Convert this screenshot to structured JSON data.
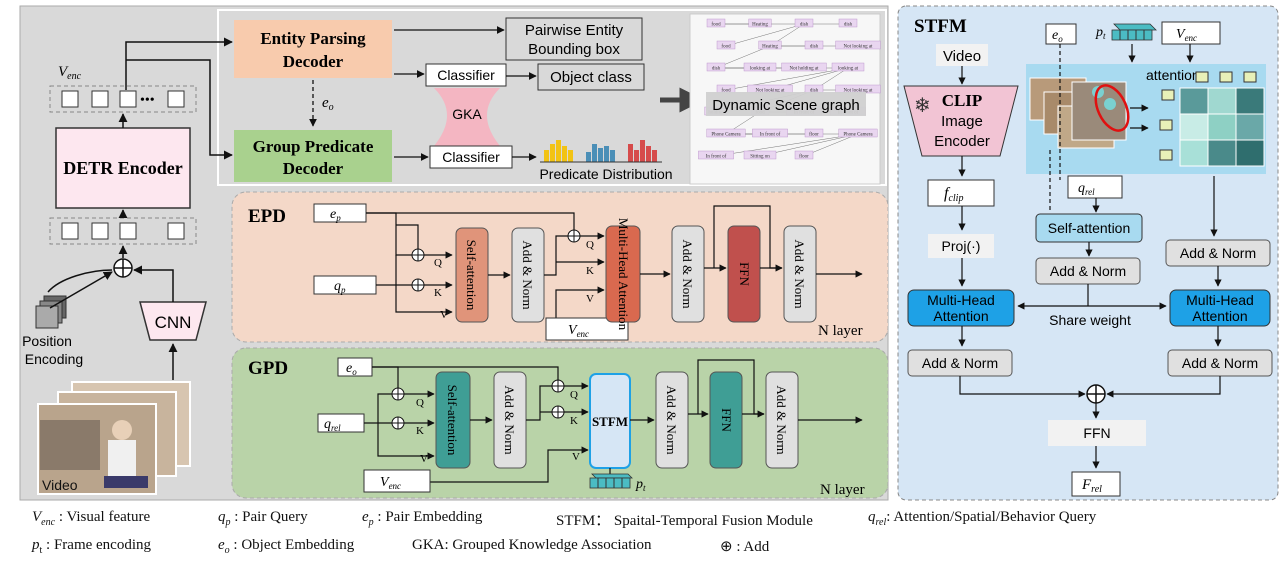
{
  "colors": {
    "panel_gray": "#d9d9d9",
    "epd_bg": "#f4d8c8",
    "gpd_bg": "#b9d3a8",
    "stfm_bg": "#d6e6f5",
    "entity_decoder": "#f8cbad",
    "group_decoder": "#a9d18e",
    "gka": "#f4b6c2",
    "mha_blue": "#1ea1e6",
    "teal": "#3f9e95",
    "ffn_red": "#c0504d",
    "self_attn_salmon": "#e0947a"
  },
  "left": {
    "v_enc": "V",
    "v_enc_sub": "enc",
    "detr_encoder": "DETR Encoder",
    "cnn": "CNN",
    "position_encoding_line1": "Position",
    "position_encoding_line2": "Encoding",
    "video": "Video",
    "dots": "•••"
  },
  "top": {
    "entity_parsing_decoder_line1": "Entity Parsing",
    "entity_parsing_decoder_line2": "Decoder",
    "group_predicate_decoder_line1": "Group Predicate",
    "group_predicate_decoder_line2": "Decoder",
    "e_o": "e",
    "e_o_sub": "o",
    "classifier_1": "Classifier",
    "classifier_2": "Classifier",
    "pairwise_line1": "Pairwise Entity",
    "pairwise_line2": "Bounding box",
    "object_class": "Object class",
    "gka": "GKA",
    "predicate_distribution": "Predicate Distribution",
    "dynamic_scene_graph": "Dynamic Scene graph"
  },
  "scene_graph_nodes": [
    "food",
    "Heating",
    "dish",
    "dish",
    "food",
    "Heating",
    "dish",
    "Not looking at",
    "dish",
    "looking at",
    "Not holding at",
    "looking at",
    "food",
    "Not looking at",
    "dish",
    "Not looking at",
    "holding",
    "food",
    "In front of",
    "In front of",
    "Phone Camera",
    "In front of",
    "floor",
    "Phone Camera",
    "In front of",
    "Sitting on",
    "floor"
  ],
  "epd": {
    "title": "EPD",
    "e_p": "e",
    "e_p_sub": "p",
    "q_p": "q",
    "q_p_sub": "p",
    "self_attention": "Self-attention",
    "add_norm": "Add & Norm",
    "multi_head_attention": "Multi-Head Attention",
    "ffn": "FFN",
    "v_enc": "V",
    "v_enc_sub": "enc",
    "n_layer": "N layer",
    "q": "Q",
    "k": "K",
    "v": "V"
  },
  "gpd": {
    "title": "GPD",
    "e_o": "e",
    "e_o_sub": "o",
    "q_rel": "q",
    "q_rel_sub": "rel",
    "self_attention": "Self-attention",
    "add_norm": "Add & Norm",
    "stfm": "STFM",
    "ffn": "FFN",
    "v_enc": "V",
    "v_enc_sub": "enc",
    "p_t": "p",
    "p_t_sub": "t",
    "n_layer": "N layer",
    "q": "Q",
    "k": "K",
    "v": "V"
  },
  "stfm": {
    "title": "STFM",
    "video": "Video",
    "clip_line1": "CLIP",
    "clip_line2": "Image",
    "clip_line3": "Encoder",
    "f_clip": "f",
    "f_clip_sub": "clip",
    "proj": "Proj(·)",
    "e_o": "e",
    "e_o_sub": "o",
    "p_t": "p",
    "p_t_sub": "t",
    "v_enc": "V",
    "v_enc_sub": "enc",
    "attention": "attention",
    "q_rel": "q",
    "q_rel_sub": "rel",
    "self_attention": "Self-attention",
    "add_norm": "Add & Norm",
    "multi_head_attention_line1": "Multi-Head",
    "multi_head_attention_line2": "Attention",
    "share_weight": "Share weight",
    "ffn": "FFN",
    "f_rel": "F",
    "f_rel_sub": "rel"
  },
  "legend": {
    "v_enc_sym": "V",
    "v_enc_sub": "enc",
    "v_enc_desc": " : Visual feature",
    "q_p_sym": "q",
    "q_p_sub": "p",
    "q_p_desc": " : Pair Query",
    "e_p_sym": "e",
    "e_p_sub": "p",
    "e_p_desc": " : Pair Embedding",
    "stfm_desc": "STFM： Spaital-Temporal Fusion Module",
    "q_rel_sym": "q",
    "q_rel_sub": "rel",
    "q_rel_desc": ": Attention/Spatial/Behavior Query",
    "p_t_sym": "p",
    "p_t_sub": "t",
    "p_t_desc": " : Frame encoding",
    "e_o_sym": "e",
    "e_o_sub": "o",
    "e_o_desc": " : Object Embedding",
    "gka_desc": "GKA: Grouped Knowledge Association",
    "add_sym": "⊕",
    "add_desc": " : Add"
  }
}
